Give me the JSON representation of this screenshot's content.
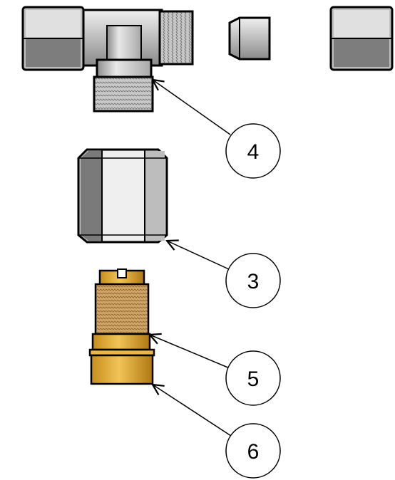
{
  "callouts": [
    {
      "label": "4",
      "part": "tee-fitting"
    },
    {
      "label": "3",
      "part": "hex-nut"
    },
    {
      "label": "5",
      "part": "threaded-insert"
    },
    {
      "label": "6",
      "part": "insert-collar"
    }
  ],
  "colors": {
    "steel_light": "#e6e6e6",
    "steel_mid": "#b9b9b9",
    "steel_dark": "#7a7a7a",
    "brass_light": "#e2ab3a",
    "brass_dark": "#b27a12",
    "thread_tan": "#c9a36a",
    "outline": "#000000"
  }
}
